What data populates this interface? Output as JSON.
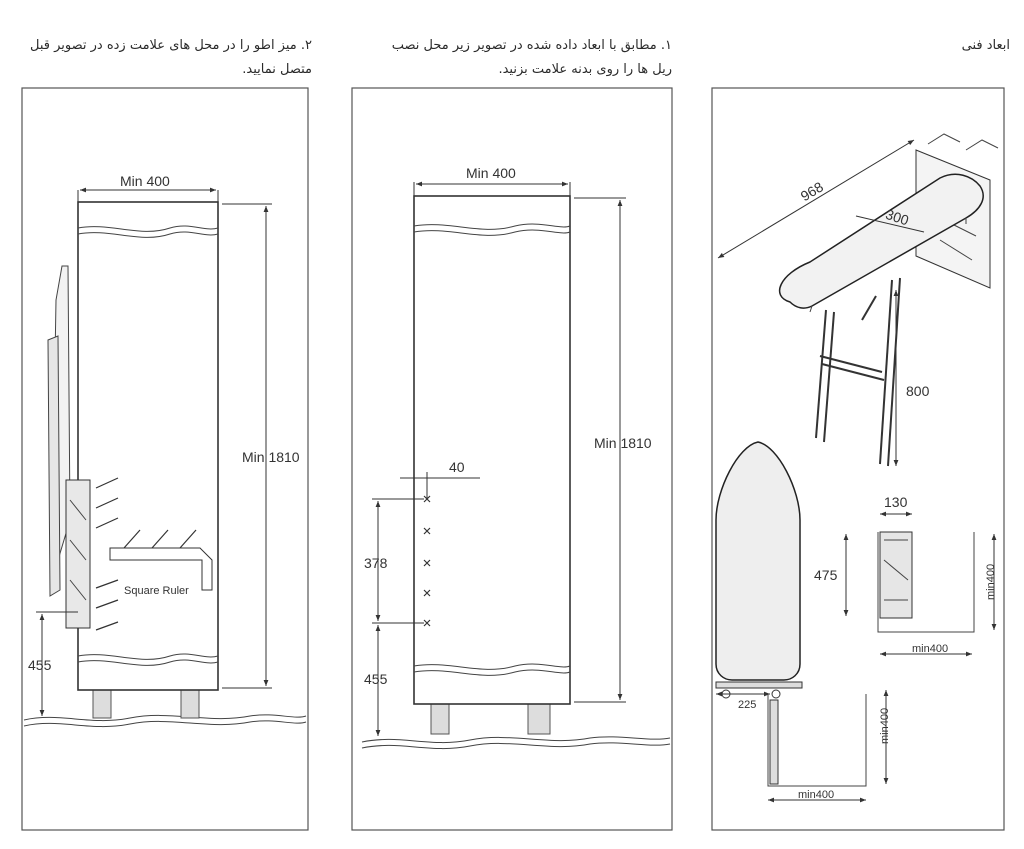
{
  "headings": {
    "technical": "ابعاد فنی",
    "step1_line1": "۱. مطابق با ابعاد داده شده در تصویر زیر محل نصب",
    "step1_line2": "ریل ها را روی بدنه علامت بزنید.",
    "step2_line1": "۲. میز اطو را در محل های علامت زده در تصویر قبل",
    "step2_line2": "متصل نمایید."
  },
  "panel_left": {
    "width_label": "Min 400",
    "height_label": "Min 1810",
    "bottom_label": "455",
    "ruler_label": "Square Ruler"
  },
  "panel_middle": {
    "width_label": "Min 400",
    "height_label": "Min 1810",
    "offset_label": "40",
    "spacing_label": "378",
    "bottom_label": "455"
  },
  "panel_right": {
    "length_label": "968",
    "width_label": "300",
    "height_label": "800",
    "depth_label": "130",
    "bracket_height_label": "475",
    "min_width_label_1": "min400",
    "min_height_label_1": "min400",
    "board_offset_label": "225",
    "min_width_label_2": "min400",
    "min_height_label_2": "min400"
  }
}
